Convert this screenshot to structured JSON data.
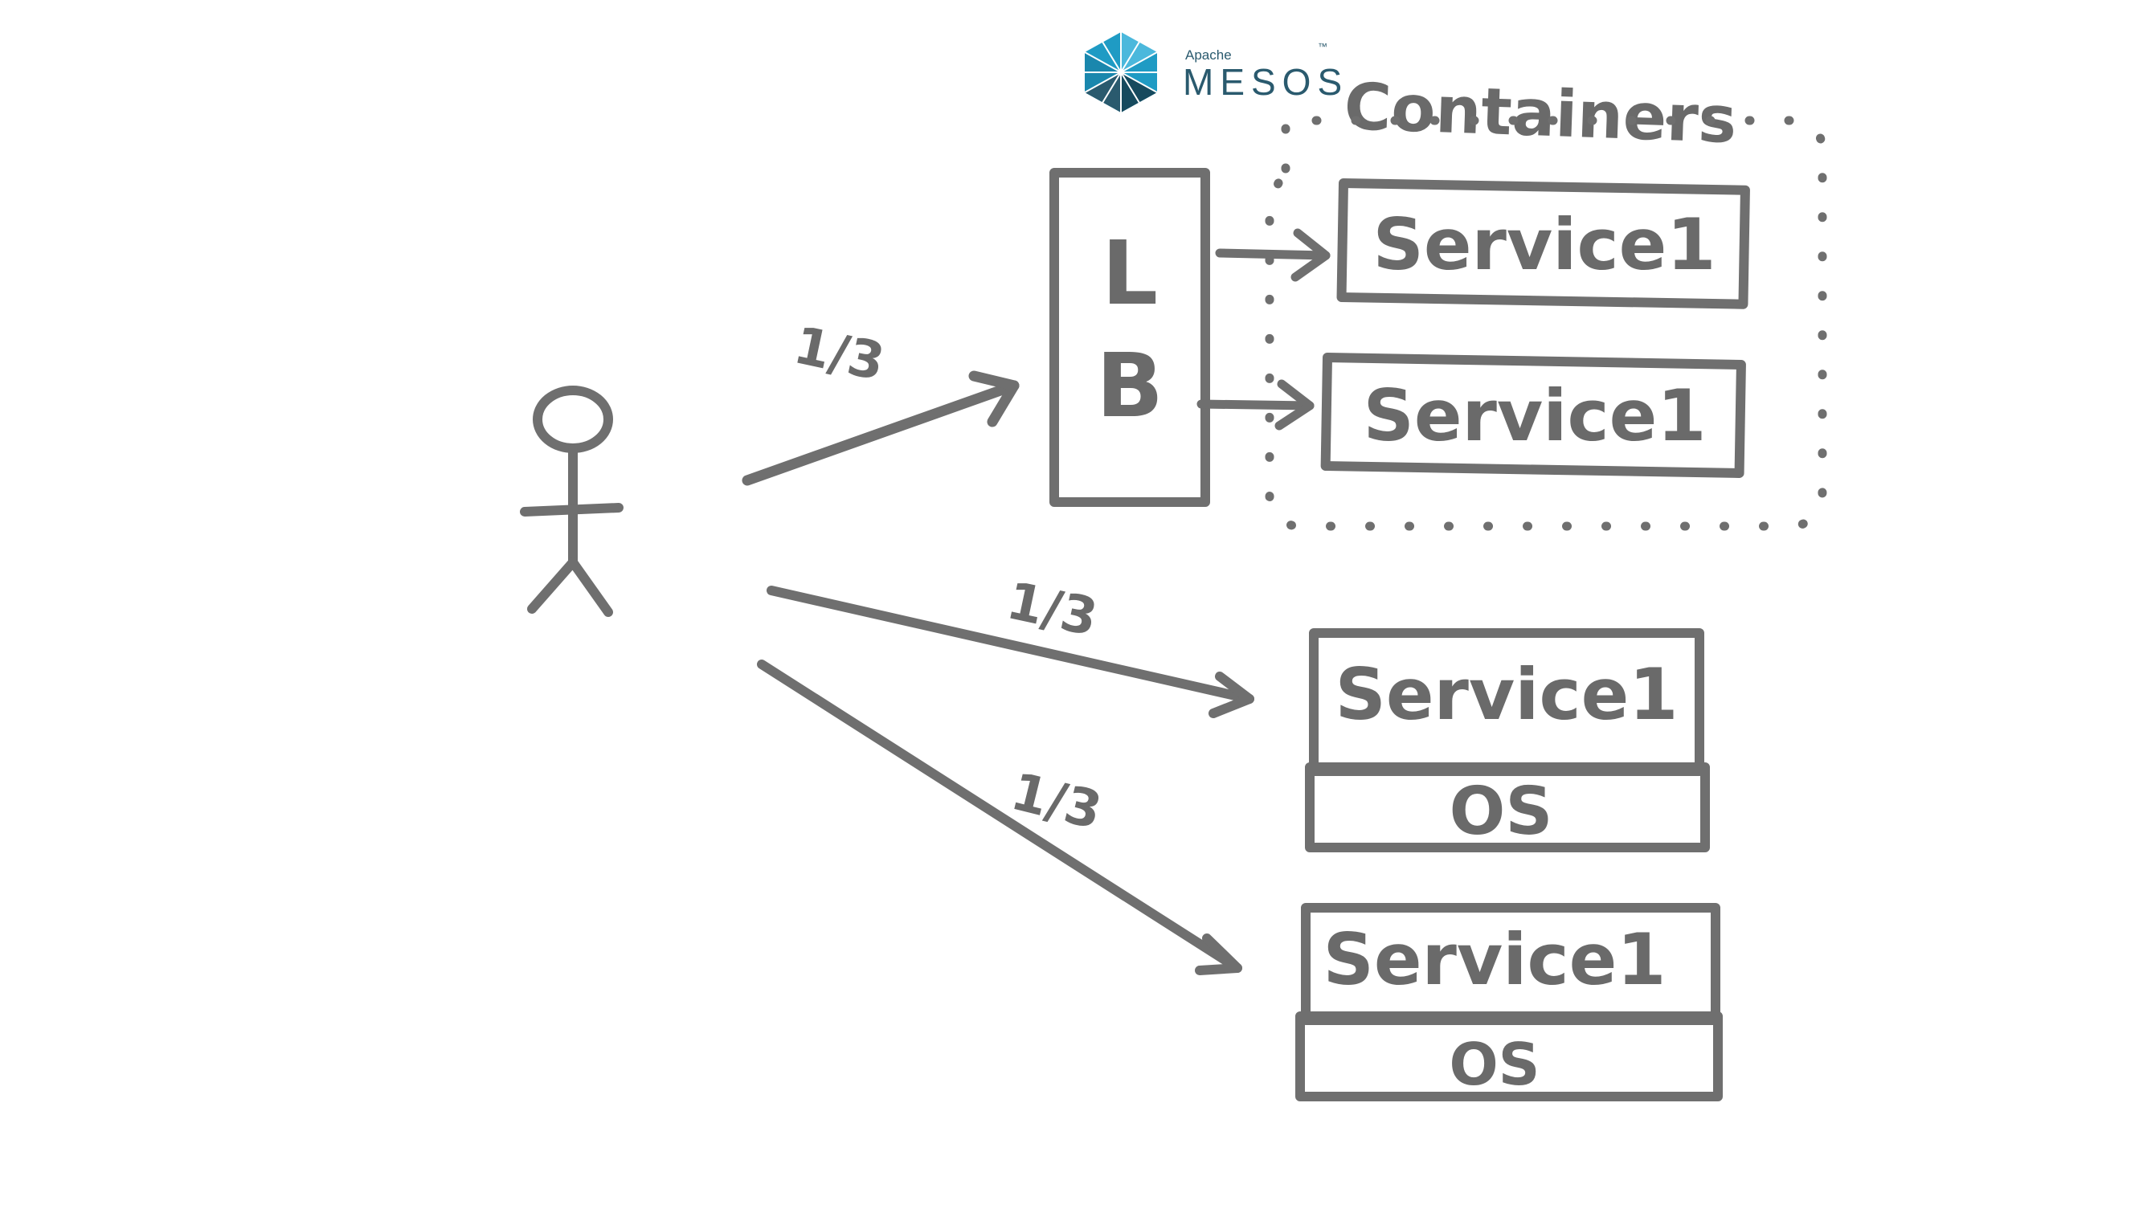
{
  "logo": {
    "small_text": "Apache",
    "tm": "™",
    "name": "MESOS",
    "colors": [
      "#1f9bc4",
      "#2a5a6e",
      "#164a5e"
    ]
  },
  "containers_label": "Containers",
  "load_balancer": {
    "line1": "L",
    "line2": "B"
  },
  "fractions": {
    "lb_route": "1/3",
    "vm_route_1": "1/3",
    "vm_route_2": "1/3"
  },
  "container_services": [
    {
      "label": "Service1"
    },
    {
      "label": "Service1"
    }
  ],
  "vm_stacks": [
    {
      "service": "Service1",
      "os": "OS"
    },
    {
      "service": "Service1",
      "os": "OS"
    }
  ],
  "ink_color": "#6f6f6f"
}
